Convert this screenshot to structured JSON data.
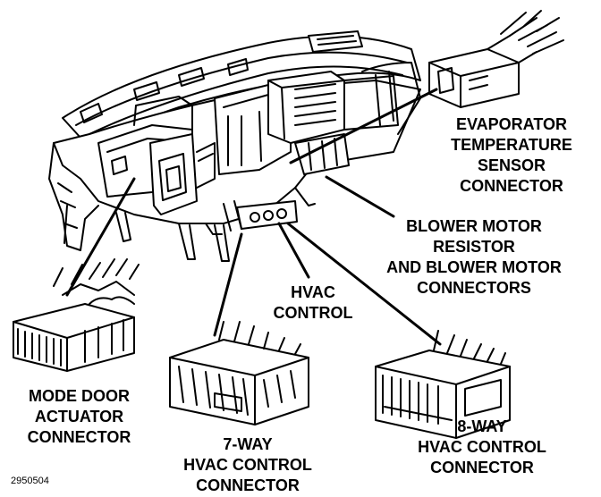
{
  "labels": {
    "evaporator": [
      "EVAPORATOR",
      "TEMPERATURE",
      "SENSOR",
      "CONNECTOR"
    ],
    "blower": [
      "BLOWER MOTOR",
      "RESISTOR",
      "AND BLOWER MOTOR",
      "CONNECTORS"
    ],
    "hvac_control": [
      "HVAC",
      "CONTROL"
    ],
    "mode_door": [
      "MODE DOOR",
      "ACTUATOR",
      "CONNECTOR"
    ],
    "seven_way": [
      "7-WAY",
      "HVAC CONTROL",
      "CONNECTOR"
    ],
    "eight_way": [
      "8-WAY",
      "HVAC CONTROL",
      "CONNECTOR"
    ]
  },
  "figure_id": "2950504"
}
